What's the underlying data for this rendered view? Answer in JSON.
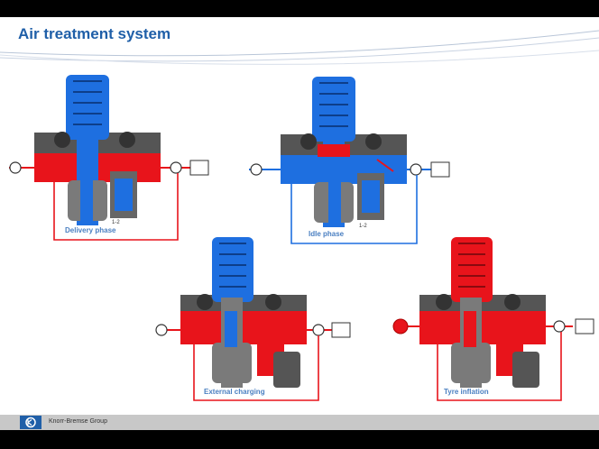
{
  "title": "Air treatment system",
  "captions": {
    "delivery": "Delivery phase",
    "idle": "Idle phase",
    "external": "External charging",
    "tyre": "Tyre inflation"
  },
  "port_label": "1-2",
  "footer": {
    "brand": "Knorr-Bremse Group"
  },
  "colors": {
    "title": "#1f5fa8",
    "pressure": "#e8141b",
    "air": "#1e6fe0",
    "body": "#8a8a8a",
    "caption": "#4a7fc1"
  }
}
